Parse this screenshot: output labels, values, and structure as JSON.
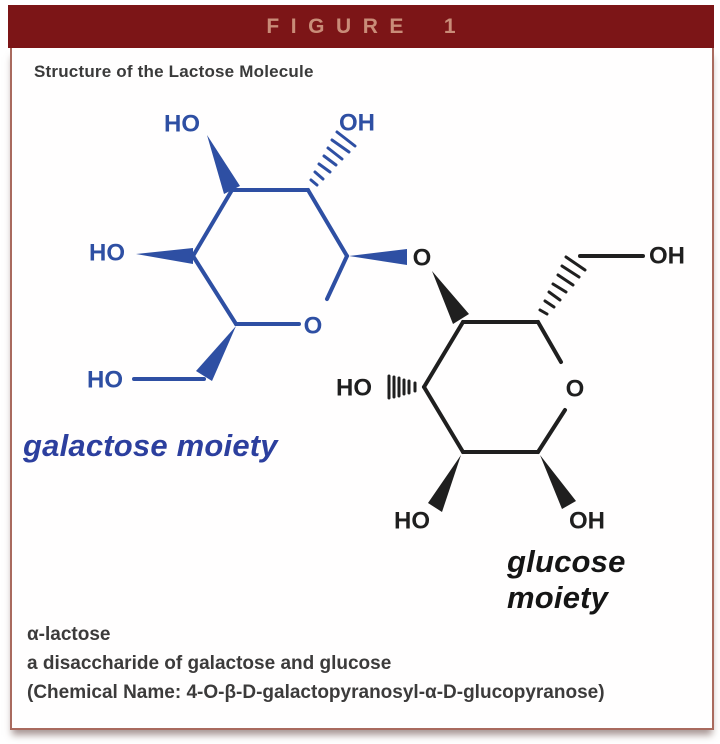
{
  "header": {
    "figure_label": "FIGURE 1"
  },
  "subtitle": "Structure of the Lactose Molecule",
  "molecule": {
    "galactose": {
      "moiety_label": "galactose moiety",
      "bond_color": "#2e4fa3",
      "atoms": {
        "ho_top": "HO",
        "oh_top": "OH",
        "ho_left": "HO",
        "ho_ch2": "HO",
        "ring_o": "O"
      }
    },
    "glycosidic": {
      "o": "O"
    },
    "glucose": {
      "moiety_label": "glucose moiety",
      "bond_color": "#1f1f1f",
      "atoms": {
        "oh_ch2": "OH",
        "ho_c3": "HO",
        "ho_c2": "HO",
        "oh_c1": "OH",
        "ring_o": "O"
      }
    }
  },
  "caption": {
    "line1": "α-lactose",
    "line2": "a disaccharide of galactose and glucose",
    "line3": "(Chemical Name: 4-O-β-D-galactopyranosyl-α-D-glucopyranose)"
  },
  "colors": {
    "header_bar": "#7c1517",
    "header_text": "#c98c78",
    "frame_border": "#a96a5e",
    "galactose_blue": "#2e4fa3",
    "glucose_black": "#1f1f1f"
  }
}
